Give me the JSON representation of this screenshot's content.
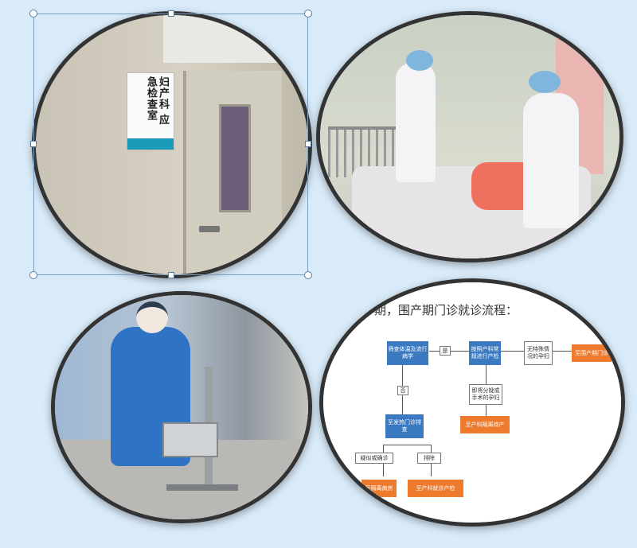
{
  "photos": [
    {
      "name": "door-photo",
      "sign_text": "妇产科 应急检查室"
    },
    {
      "name": "ward-photo"
    },
    {
      "name": "gown-photo"
    }
  ],
  "flowchart": {
    "title": "期，围产期门诊就诊流程：",
    "nodes": {
      "screen": "筛查体温及流行病学",
      "yes": "是",
      "obstetric": "按照产科常规进行产检",
      "no_special": "无特殊情况的孕妇",
      "outpatient": "至围产期门诊",
      "no": "否",
      "fever_clinic": "至发热门诊排查",
      "delivery_signs": "即将分娩或手术的孕妇",
      "delivery_ward": "至产科隔离待产",
      "suspected": "疑似或确诊",
      "excluded": "排除",
      "isolation": "至隔离病房",
      "obstetric_check": "至产科就诊产检"
    }
  },
  "colors": {
    "background": "#d9ebf9",
    "blue_box": "#3b79c0",
    "orange_box": "#ee7a2e"
  }
}
